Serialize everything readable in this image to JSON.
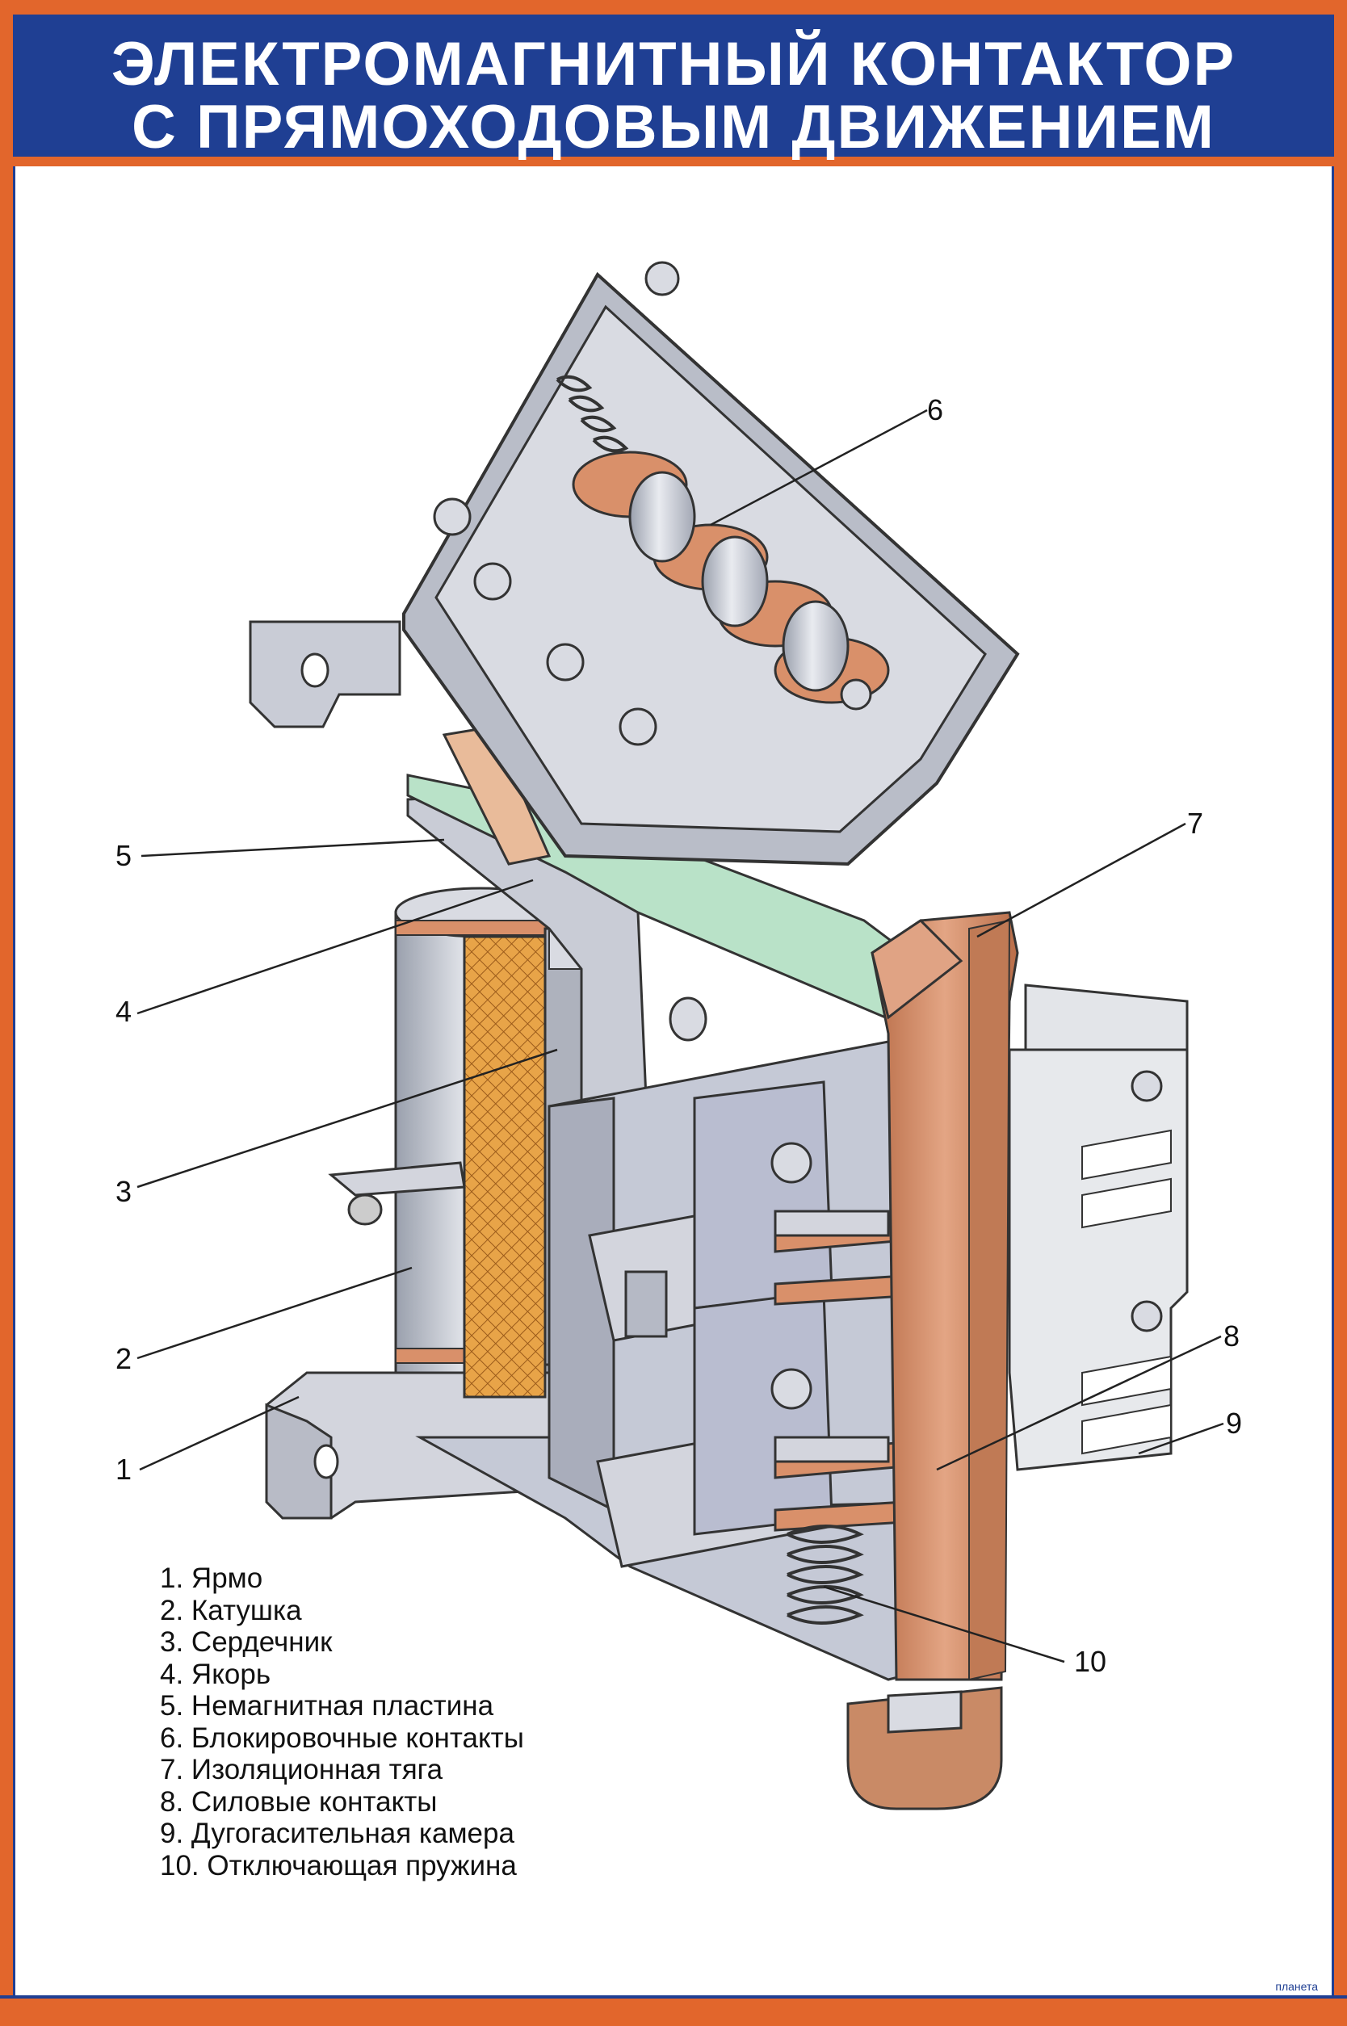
{
  "title": {
    "line1": "ЭЛЕКТРОМАГНИТНЫЙ КОНТАКТОР",
    "line2": "С ПРЯМОХОДОВЫМ ДВИЖЕНИЕМ"
  },
  "callouts": [
    "1",
    "2",
    "3",
    "4",
    "5",
    "6",
    "7",
    "8",
    "9",
    "10"
  ],
  "legend": [
    "1. Ярмо",
    "2. Катушка",
    "3. Сердечник",
    "4. Якорь",
    "5. Немагнитная пластина",
    "6. Блокировочные контакты",
    "7. Изоляционная тяга",
    "8. Силовые контакты",
    "9. Дугогасительная камера",
    "10. Отключающая пружина"
  ],
  "publisher": "планета",
  "colors": {
    "frame_orange": "#e2662c",
    "title_blue": "#1f3f93",
    "metal_grey": "#c9ccd6",
    "copper": "#d9906a",
    "insulator_green": "#a8d8b8",
    "coil_orange": "#e09a3a"
  }
}
